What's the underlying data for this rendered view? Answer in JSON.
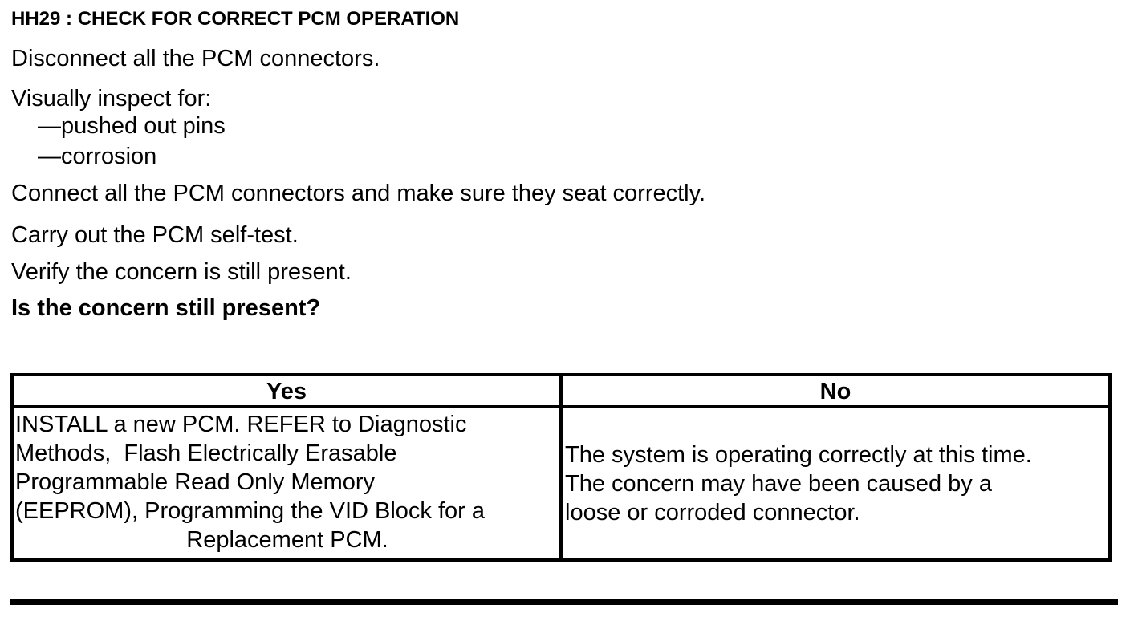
{
  "doc": {
    "title": "HH29 : CHECK FOR CORRECT PCM OPERATION",
    "steps": {
      "disconnect": "Disconnect all the PCM connectors.",
      "inspect_intro": "Visually inspect for:",
      "inspect_items": [
        "—pushed out pins",
        "—corrosion"
      ],
      "connect": "Connect all the PCM connectors and make sure they seat correctly.",
      "self_test": "Carry out the PCM self-test.",
      "verify": "Verify the concern is still present."
    },
    "question": "Is the concern still present?",
    "table": {
      "headers": {
        "yes": "Yes",
        "no": "No"
      },
      "yes_lines": [
        "INSTALL a new PCM. REFER to Diagnostic",
        "Methods,  Flash Electrically Erasable",
        "Programmable Read Only Memory",
        "(EEPROM), Programming the VID Block for a",
        "Replacement PCM."
      ],
      "no_lines": [
        "The system is operating correctly at this time.",
        "The concern may have been caused by a",
        "loose or corroded connector."
      ]
    },
    "colors": {
      "text": "#000000",
      "background": "#ffffff",
      "border": "#000000"
    }
  }
}
